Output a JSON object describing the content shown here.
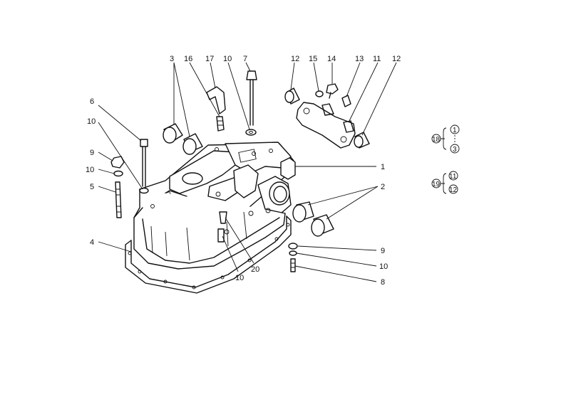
{
  "callouts": {
    "c1": "1",
    "c2": "2",
    "c3": "3",
    "c4": "4",
    "c5": "5",
    "c6": "6",
    "c7": "7",
    "c8": "8",
    "c9a": "9",
    "c9b": "9",
    "c10a": "10",
    "c10b": "10",
    "c10c": "10",
    "c10d": "10",
    "c10e": "10",
    "c11": "11",
    "c12a": "12",
    "c12b": "12",
    "c13": "13",
    "c14": "14",
    "c15": "15",
    "c16": "16",
    "c17": "17",
    "c20": "20"
  },
  "assemblies": [
    {
      "ref": "18",
      "from": "1",
      "to": "3"
    },
    {
      "ref": "19",
      "from": "11",
      "to": "12"
    }
  ]
}
